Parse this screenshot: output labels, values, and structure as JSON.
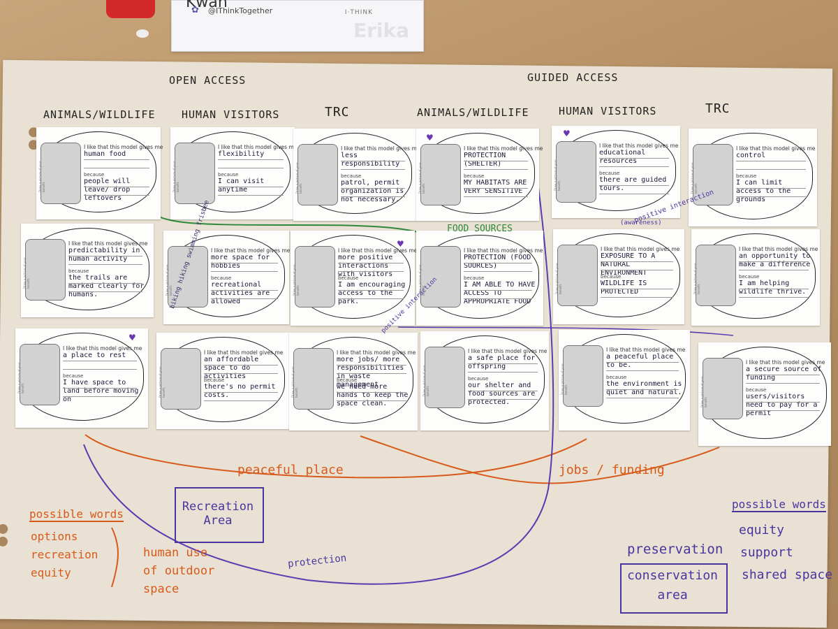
{
  "name_card": {
    "name": "Kwan",
    "handle": "@IThinkTogether",
    "brand": "I·THINK",
    "ghost_text": "Erika"
  },
  "headings": {
    "open_access": "OPEN ACCESS",
    "guided_access": "GUIDED ACCESS",
    "columns": [
      "ANIMALS/WILDLIFE",
      "HUMAN VISITORS",
      "TRC",
      "ANIMALS/WILDLIFE",
      "HUMAN VISITORS",
      "TRC"
    ]
  },
  "card_template": {
    "prompt": "I like that this model gives me",
    "because_label": "because",
    "picture_label": "Draw a picture of your benefit."
  },
  "cards": [
    {
      "give": "human food",
      "because": "people will leave/ drop leftovers"
    },
    {
      "give": "flexibility",
      "because": "I can visit anytime"
    },
    {
      "give": "less responsibility",
      "because": "patrol, permit organization is not necessary."
    },
    {
      "give": "PROTECTION (SHELTER)",
      "because": "MY HABITATS ARE VERY SENSITIVE"
    },
    {
      "give": "educational resources",
      "because": "there are guided tours."
    },
    {
      "give": "control",
      "because": "I can limit access to the grounds"
    },
    {
      "give": "predictability in human activity",
      "because": "the trails are marked clearly for humans."
    },
    {
      "give": "more space for hobbies",
      "because": "recreational activities are allowed",
      "side": "biking hiking swimming frisbee"
    },
    {
      "give": "more positive interactions with visitors",
      "because": "I am encouraging access to the park."
    },
    {
      "give": "PROTECTION (FOOD SOURCES)",
      "because": "I AM ABLE TO HAVE ACCESS TO APPROPRIATE FOOD"
    },
    {
      "give": "EXPOSURE TO A NATURAL ENVIRONMENT",
      "because": "WILDLIFE IS PROTECTED"
    },
    {
      "give": "an opportunity to make a difference",
      "because": "I am helping wildlife thrive."
    },
    {
      "give": "a place to rest",
      "because": "I have space to land before moving on"
    },
    {
      "give": "an affordable space to do activities",
      "because": "there's no permit costs."
    },
    {
      "give": "more jobs/ more responsibilities in waste management",
      "because": "we need more hands to keep the space clean."
    },
    {
      "give": "a safe place for offspring",
      "because": "our shelter and food sources are protected."
    },
    {
      "give": "a peaceful place to be.",
      "because": "the environment is quiet and natural."
    },
    {
      "give": "a secure source of funding",
      "because": "users/visitors need to pay for a permit"
    }
  ],
  "annotations": {
    "food_sources": "FOOD SOURCES",
    "positive_interaction_1": "positive interaction",
    "positive_interaction_2": "positive interaction",
    "awareness": "(awareness)",
    "peaceful_place": "peaceful place",
    "jobs_funding": "jobs / funding",
    "recreation_area": "Recreation Area",
    "possible_words_left": "possible words",
    "left_words": [
      "options",
      "recreation",
      "equity"
    ],
    "human_use": "human use of outdoor space",
    "protection": "protection",
    "preservation": "preservation",
    "conservation_area": "conservation area",
    "possible_words_right": "possible words",
    "right_words": [
      "equity",
      "support",
      "shared space"
    ]
  },
  "colors": {
    "orange_marker": "#d75a1a",
    "purple_marker": "#4a35a0",
    "green_marker": "#2e8a3a",
    "paper": "#e9e1d3"
  }
}
